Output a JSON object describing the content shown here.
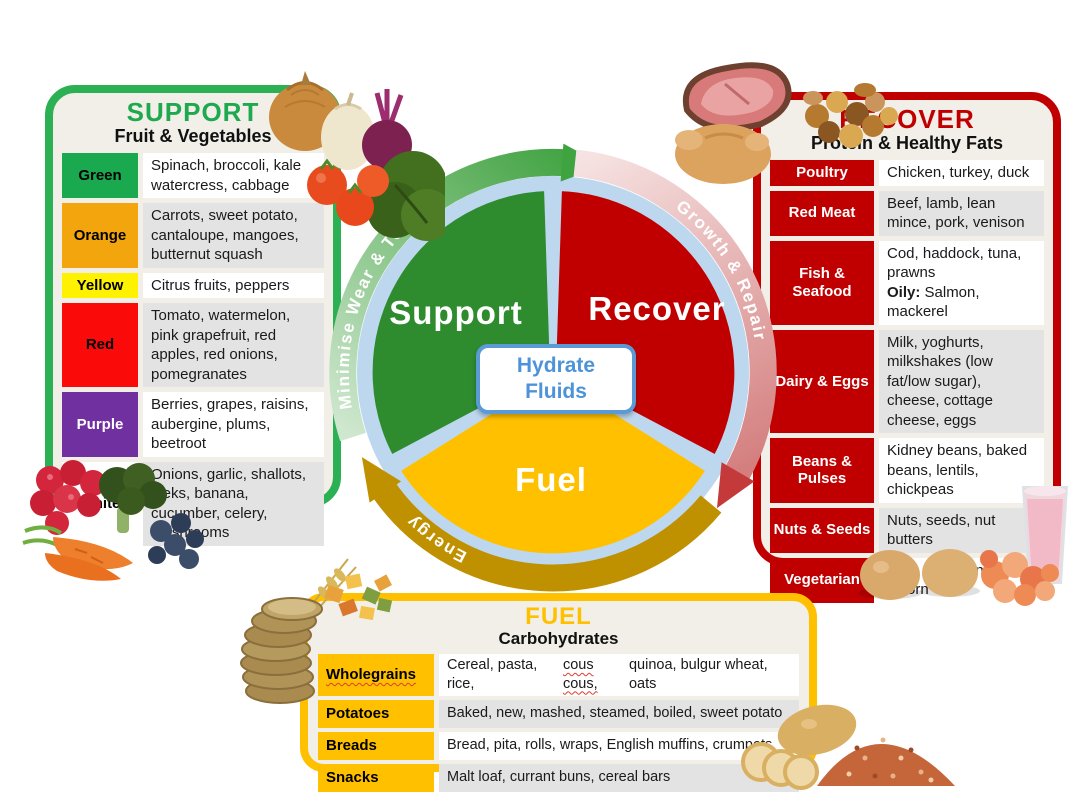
{
  "support_panel": {
    "title": "SUPPORT",
    "subtitle": "Fruit & Vegetables",
    "title_color": "#1FA94E",
    "border_color": "#2BB054",
    "rows": [
      {
        "label": "Green",
        "label_bg": "#1BA94F",
        "label_fg": "#000000",
        "items": "Spinach, broccoli, kale watercress, cabbage"
      },
      {
        "label": "Orange",
        "label_bg": "#F2A50C",
        "label_fg": "#000000",
        "items": "Carrots, sweet potato, cantaloupe, mangoes, butternut squash"
      },
      {
        "label": "Yellow",
        "label_bg": "#FFF200",
        "label_fg": "#000000",
        "items": "Citrus fruits, peppers"
      },
      {
        "label": "Red",
        "label_bg": "#FB0A0A",
        "label_fg": "#000000",
        "items": "Tomato, watermelon, pink grapefruit, red apples, red onions, pomegranates"
      },
      {
        "label": "Purple",
        "label_bg": "#7030A0",
        "label_fg": "#FFFFFF",
        "items": "Berries, grapes, raisins, aubergine, plums, beetroot"
      },
      {
        "label": "White",
        "label_bg": "#FFFFFF",
        "label_fg": "#000000",
        "items": "Onions, garlic, shallots, leeks, banana, cucumber, celery, mushrooms"
      }
    ]
  },
  "recover_panel": {
    "title": "RECOVER",
    "subtitle": "Protein & Healthy Fats",
    "title_color": "#C00000",
    "border_color": "#C00000",
    "label_bg": "#C00000",
    "label_fg": "#FFFFFF",
    "rows": [
      {
        "label": "Poultry",
        "items": "Chicken, turkey, duck"
      },
      {
        "label": "Red Meat",
        "items": "Beef, lamb, lean mince, pork, venison"
      },
      {
        "label": "Fish & Seafood",
        "items": "Cod, haddock, tuna, prawns",
        "oily_label": "Oily:",
        "oily_items": " Salmon, mackerel"
      },
      {
        "label": "Dairy & Eggs",
        "items": "Milk, yoghurts, milkshakes (low fat/low sugar), cheese, cottage cheese, eggs"
      },
      {
        "label": "Beans & Pulses",
        "items": "Kidney beans, baked beans, lentils, chickpeas"
      },
      {
        "label": "Nuts & Seeds",
        "items": "Nuts, seeds, nut butters"
      },
      {
        "label": "Vegetarian",
        "items": "Tofu, soya mince, Quorn"
      }
    ]
  },
  "fuel_panel": {
    "title": "FUEL",
    "subtitle": "Carbohydrates",
    "title_color": "#FFC000",
    "border_color": "#FFC000",
    "label_bg": "#FFC000",
    "label_fg": "#000000",
    "rows": [
      {
        "label": "Wholegrains",
        "items_pre": "Cereal, pasta, rice, ",
        "items_misspelled": "cous cous,",
        "items_post": " quinoa, bulgur wheat, oats"
      },
      {
        "label": "Potatoes",
        "items": "Baked, new, mashed, steamed, boiled, sweet potato"
      },
      {
        "label": "Breads",
        "items": "Bread, pita, rolls, wraps, English muffins, crumpets"
      },
      {
        "label": "Snacks",
        "items": "Malt loaf, currant buns, cereal bars"
      }
    ]
  },
  "center_diagram": {
    "circle_color": "#BDD7EE",
    "segments": {
      "support": {
        "label": "Support",
        "color": "#2E8B2E"
      },
      "recover": {
        "label": "Recover",
        "color": "#C00000"
      },
      "fuel": {
        "label": "Fuel",
        "color": "#FFC000"
      }
    },
    "arrows": {
      "support": {
        "label": "Minimise Wear & Tear"
      },
      "recover": {
        "label": "Growth & Repair"
      },
      "fuel": {
        "label": "Energy",
        "color": "#BF9000"
      }
    },
    "hydrate_box": {
      "line1": "Hydrate",
      "line2": "Fluids",
      "text_color": "#4D93D9",
      "border_color": "#5B9BD5"
    }
  },
  "decorations": {
    "top_left": "onions-beetroot-tomatoes-greens-photo",
    "top_right": "steak-nuts-chicken-photo",
    "bottom_left": "raspberries-broccoli-carrots-blueberries-photo",
    "right_bottom": "eggs-prawns-milkshake-photo",
    "fuel_left": "bread-pasta-wheat-photo",
    "fuel_right": "potatoes-grains-photo"
  }
}
